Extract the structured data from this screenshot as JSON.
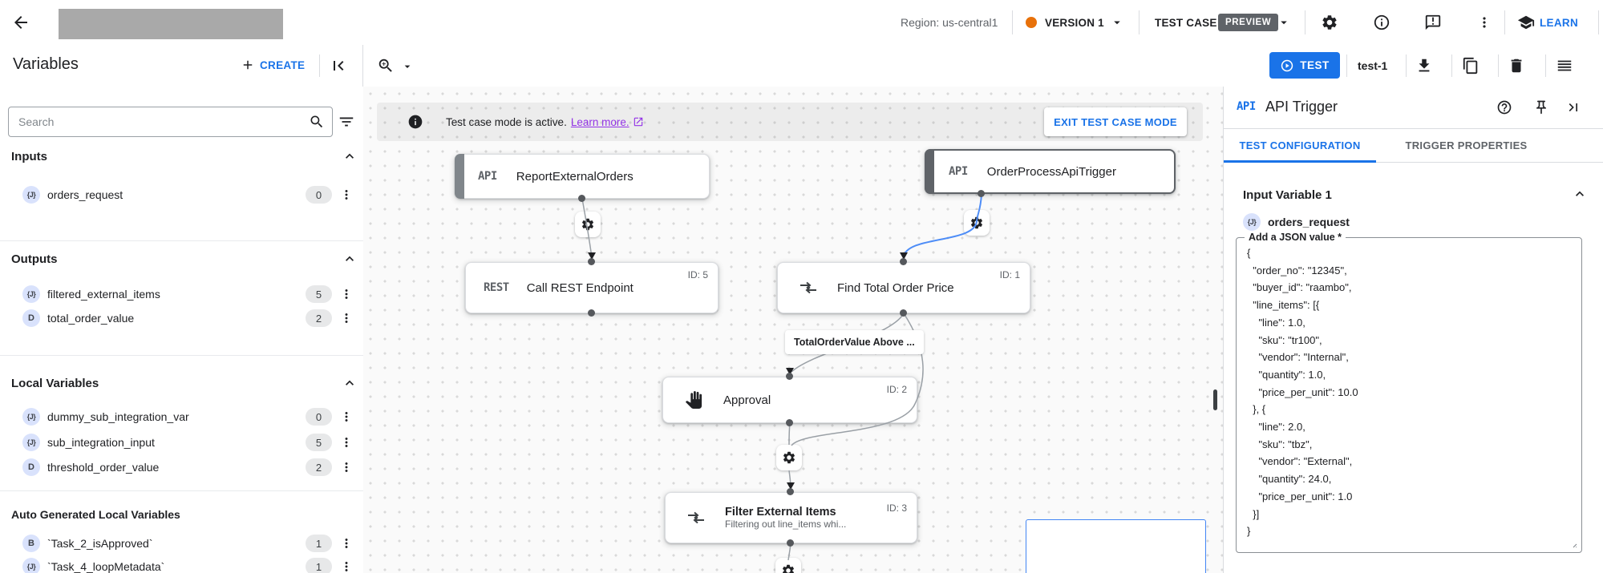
{
  "topbar": {
    "region": "Region: us-central1",
    "version": "VERSION 1",
    "test_case": "TEST CASE",
    "preview": "PREVIEW",
    "learn": "LEARN"
  },
  "toolbar": {
    "title": "Variables",
    "create": "CREATE",
    "test": "TEST",
    "test_case_name": "test-1"
  },
  "sidebar": {
    "search_placeholder": "Search",
    "sections": [
      {
        "title": "Inputs",
        "items": [
          {
            "badge": "{J}",
            "name": "orders_request",
            "count": "0"
          }
        ]
      },
      {
        "title": "Outputs",
        "items": [
          {
            "badge": "{J}",
            "name": "filtered_external_items",
            "count": "5"
          },
          {
            "badge": "D",
            "name": "total_order_value",
            "count": "2"
          }
        ]
      },
      {
        "title": "Local Variables",
        "items": [
          {
            "badge": "{J}",
            "name": "dummy_sub_integration_var",
            "count": "0"
          },
          {
            "badge": "{J}",
            "name": "sub_integration_input",
            "count": "5"
          },
          {
            "badge": "D",
            "name": "threshold_order_value",
            "count": "2"
          }
        ]
      },
      {
        "title": "Auto Generated Local Variables",
        "items": [
          {
            "badge": "B",
            "name": "`Task_2_isApproved`",
            "count": "1"
          },
          {
            "badge": "{J}",
            "name": "`Task_4_loopMetadata`",
            "count": "1"
          }
        ]
      }
    ]
  },
  "canvas": {
    "banner_text": "Test case mode is active.",
    "banner_link": "Learn more.",
    "exit_button": "EXIT TEST CASE MODE",
    "edge_label": "TotalOrderValue Above ...",
    "nodes": [
      {
        "type_label": "API",
        "label": "ReportExternalOrders"
      },
      {
        "type_label": "API",
        "label": "OrderProcessApiTrigger"
      },
      {
        "type_label": "REST",
        "label": "Call REST Endpoint",
        "id": "ID: 5"
      },
      {
        "label": "Find Total Order Price",
        "id": "ID: 1"
      },
      {
        "label": "Approval",
        "id": "ID: 2"
      },
      {
        "label": "Filter External Items",
        "id": "ID: 3",
        "subtitle": "Filtering out line_items whi..."
      }
    ]
  },
  "panel": {
    "badge": "API",
    "title": "API Trigger",
    "tabs": [
      "TEST CONFIGURATION",
      "TRIGGER PROPERTIES"
    ],
    "section_title": "Input Variable 1",
    "variable_badge": "{J}",
    "variable_name": "orders_request",
    "field_label": "Add a JSON value *",
    "json_value": "{\n  \"order_no\": \"12345\",\n  \"buyer_id\": \"raambo\",\n  \"line_items\": [{\n    \"line\": 1.0,\n    \"sku\": \"tr100\",\n    \"vendor\": \"Internal\",\n    \"quantity\": 1.0,\n    \"price_per_unit\": 10.0\n  }, {\n    \"line\": 2.0,\n    \"sku\": \"tbz\",\n    \"vendor\": \"External\",\n    \"quantity\": 24.0,\n    \"price_per_unit\": 1.0\n  }]\n}"
  },
  "colors": {
    "accent_blue": "#1a73e8",
    "version_dot_orange": "#e8710a",
    "link_purple": "#9334e6",
    "preview_badge_gray": "#5f6368"
  }
}
